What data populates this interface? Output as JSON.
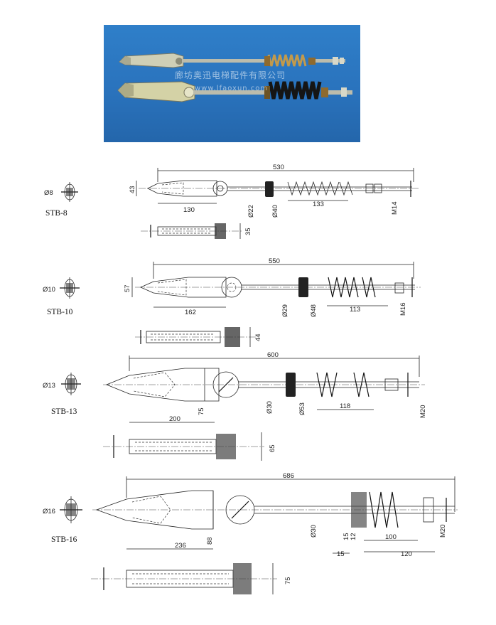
{
  "photo": {
    "watermark_cn": "廊坊奥迅电梯配件有限公司",
    "watermark_url": "www.lfaoxun.com"
  },
  "colors": {
    "photo_bg": "#2a73bd",
    "metal": "#c9c9b4",
    "spring_black": "#1a1a1a",
    "spring_brass": "#b8893a"
  },
  "variants": [
    {
      "model": "STB-8",
      "rope_dia": "Ø8",
      "length": "530",
      "height": "43",
      "wedge_len": "130",
      "rod_dia": "Ø22",
      "washer_dia": "Ø40",
      "spring_len": "133",
      "thread": "M14",
      "side_height": "35"
    },
    {
      "model": "STB-10",
      "rope_dia": "Ø10",
      "length": "550",
      "height": "57",
      "wedge_len": "162",
      "rod_dia": "Ø29",
      "washer_dia": "Ø48",
      "spring_len": "113",
      "thread": "M16",
      "side_height": "44"
    },
    {
      "model": "STB-13",
      "rope_dia": "Ø13",
      "length": "600",
      "height": "75",
      "wedge_len": "200",
      "rod_dia": "Ø30",
      "washer_dia": "Ø53",
      "spring_len": "118",
      "thread": "M20",
      "side_height": "65"
    },
    {
      "model": "STB-16",
      "rope_dia": "Ø16",
      "length": "686",
      "height": "88",
      "wedge_len": "236",
      "rod_dia": "Ø30",
      "small_a": "15",
      "small_b": "12",
      "spring_len": "100",
      "offset": "15",
      "total_spring": "120",
      "thread": "M20",
      "side_height": "75"
    }
  ]
}
